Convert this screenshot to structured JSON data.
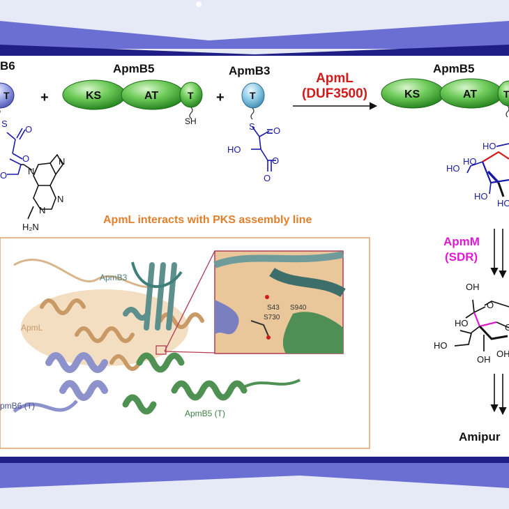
{
  "modules": {
    "left_partial": {
      "name": "B6",
      "t": "T",
      "s": "S"
    },
    "b5_left": {
      "name": "ApmB5",
      "ks": "KS",
      "at": "AT",
      "t": "T",
      "sh": "SH"
    },
    "b3": {
      "name": "ApmB3",
      "t": "T",
      "s": "S",
      "ho": "HO"
    },
    "b5_right": {
      "name": "ApmB5",
      "ks": "KS",
      "at": "AT",
      "t": "T"
    },
    "plus": "+"
  },
  "enzyme_arrow": {
    "line1": "ApmL",
    "line2": "(DUF3500)"
  },
  "left_chem": {
    "o1": "O",
    "o2": "O",
    "o3": "O",
    "n1": "N",
    "n2": "N",
    "n3": "N",
    "n4": "N",
    "nh2": "H₂N"
  },
  "b3_chem": {
    "o1": "O",
    "o2": "O",
    "o3": "O"
  },
  "right_top_chem": {
    "ho1": "HO",
    "ho2": "HO",
    "ho3": "HO",
    "ho4": "HO",
    "ho5": "HO"
  },
  "panel": {
    "title": "ApmL interacts with PKS assembly line",
    "labels": {
      "b3": "ApmB3",
      "apml": "ApmL",
      "b6": "pmB6 (T)",
      "b5": "ApmB5 (T)"
    },
    "zoom": {
      "s43": "S43",
      "s940": "S940",
      "s730": "S730"
    }
  },
  "reduction": {
    "enzyme": "ApmM",
    "class": "(SDR)"
  },
  "lower_chem": {
    "oh1": "OH",
    "oh2": "OH",
    "o1": "O",
    "ho1": "HO",
    "ho2": "HO",
    "oh3": "OH",
    "o2": "O"
  },
  "product": "Amipur",
  "colors": {
    "frame_blue": "#6b6fd4",
    "frame_navy": "#1e1e86",
    "bg_light": "#e6eaf7",
    "domain_green": "#35a32f",
    "t_blue": "#7b87d6",
    "t_cyan": "#6fb8d8",
    "enzyme_red": "#d11a1a",
    "orange": "#e27f2d",
    "magenta": "#e01ad2"
  }
}
